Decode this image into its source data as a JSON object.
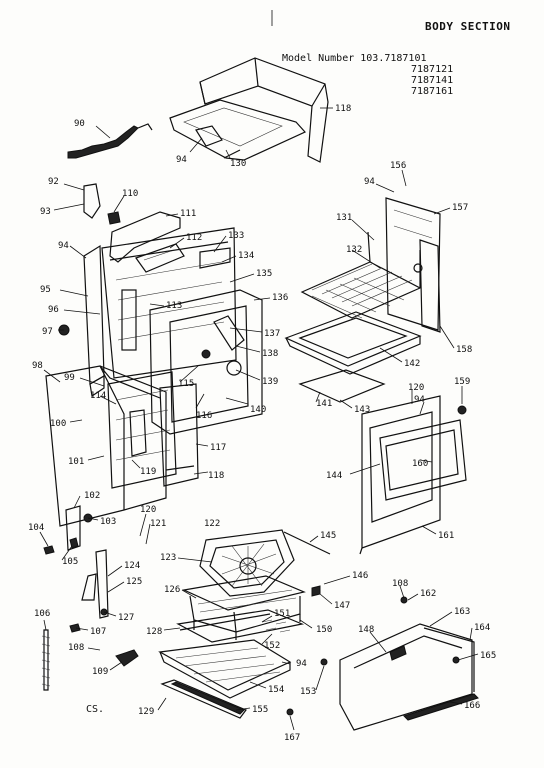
{
  "header": {
    "title": "BODY SECTION",
    "model_label": "Model Number 103.7187101",
    "model_numbers": [
      "7187121",
      "7187141",
      "7187161"
    ]
  },
  "footer": {
    "code": "CS."
  },
  "callouts": [
    {
      "id": "118a",
      "text": "118"
    },
    {
      "id": "94a",
      "text": "94"
    },
    {
      "id": "130",
      "text": "130"
    },
    {
      "id": "90",
      "text": "90"
    },
    {
      "id": "92",
      "text": "92"
    },
    {
      "id": "93",
      "text": "93"
    },
    {
      "id": "110",
      "text": "110"
    },
    {
      "id": "111",
      "text": "111"
    },
    {
      "id": "112",
      "text": "112"
    },
    {
      "id": "133",
      "text": "133"
    },
    {
      "id": "134",
      "text": "134"
    },
    {
      "id": "135",
      "text": "135"
    },
    {
      "id": "136",
      "text": "136"
    },
    {
      "id": "94b",
      "text": "94"
    },
    {
      "id": "95",
      "text": "95"
    },
    {
      "id": "96",
      "text": "96"
    },
    {
      "id": "97",
      "text": "97"
    },
    {
      "id": "113",
      "text": "113"
    },
    {
      "id": "137",
      "text": "137"
    },
    {
      "id": "138",
      "text": "138"
    },
    {
      "id": "115",
      "text": "115"
    },
    {
      "id": "139",
      "text": "139"
    },
    {
      "id": "98",
      "text": "98"
    },
    {
      "id": "99",
      "text": "99"
    },
    {
      "id": "114",
      "text": "114"
    },
    {
      "id": "116",
      "text": "116"
    },
    {
      "id": "140",
      "text": "140"
    },
    {
      "id": "100",
      "text": "100"
    },
    {
      "id": "101",
      "text": "101"
    },
    {
      "id": "119",
      "text": "119"
    },
    {
      "id": "117",
      "text": "117"
    },
    {
      "id": "118b",
      "text": "118"
    },
    {
      "id": "102",
      "text": "102"
    },
    {
      "id": "103",
      "text": "103"
    },
    {
      "id": "120a",
      "text": "120"
    },
    {
      "id": "121",
      "text": "121"
    },
    {
      "id": "104",
      "text": "104"
    },
    {
      "id": "105",
      "text": "105"
    },
    {
      "id": "122",
      "text": "122"
    },
    {
      "id": "123",
      "text": "123"
    },
    {
      "id": "124",
      "text": "124"
    },
    {
      "id": "125",
      "text": "125"
    },
    {
      "id": "126",
      "text": "126"
    },
    {
      "id": "106",
      "text": "106"
    },
    {
      "id": "127",
      "text": "127"
    },
    {
      "id": "107",
      "text": "107"
    },
    {
      "id": "128",
      "text": "128"
    },
    {
      "id": "151",
      "text": "151"
    },
    {
      "id": "152",
      "text": "152"
    },
    {
      "id": "150",
      "text": "150"
    },
    {
      "id": "108a",
      "text": "108"
    },
    {
      "id": "109",
      "text": "109"
    },
    {
      "id": "94c",
      "text": "94"
    },
    {
      "id": "154",
      "text": "154"
    },
    {
      "id": "129",
      "text": "129"
    },
    {
      "id": "155",
      "text": "155"
    },
    {
      "id": "146",
      "text": "146"
    },
    {
      "id": "147",
      "text": "147"
    },
    {
      "id": "145",
      "text": "145"
    },
    {
      "id": "156",
      "text": "156"
    },
    {
      "id": "94d",
      "text": "94"
    },
    {
      "id": "157",
      "text": "157"
    },
    {
      "id": "131",
      "text": "131"
    },
    {
      "id": "132",
      "text": "132"
    },
    {
      "id": "142",
      "text": "142"
    },
    {
      "id": "158",
      "text": "158"
    },
    {
      "id": "141",
      "text": "141"
    },
    {
      "id": "143",
      "text": "143"
    },
    {
      "id": "159",
      "text": "159"
    },
    {
      "id": "120b",
      "text": "120"
    },
    {
      "id": "94e",
      "text": "94"
    },
    {
      "id": "144",
      "text": "144"
    },
    {
      "id": "160",
      "text": "160"
    },
    {
      "id": "161",
      "text": "161"
    },
    {
      "id": "108b",
      "text": "108"
    },
    {
      "id": "162",
      "text": "162"
    },
    {
      "id": "163",
      "text": "163"
    },
    {
      "id": "148",
      "text": "148"
    },
    {
      "id": "164",
      "text": "164"
    },
    {
      "id": "165",
      "text": "165"
    },
    {
      "id": "153",
      "text": "153"
    },
    {
      "id": "166",
      "text": "166"
    },
    {
      "id": "167",
      "text": "167"
    }
  ]
}
